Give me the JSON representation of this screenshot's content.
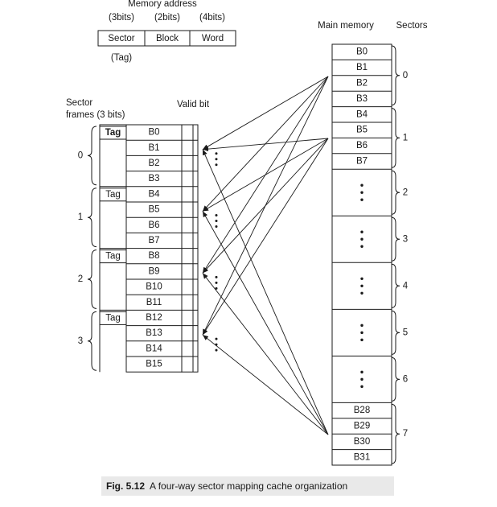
{
  "address": {
    "title": "Memory address",
    "bits": [
      "(3bits)",
      "(2bits)",
      "(4bits)"
    ],
    "fields": [
      "Sector",
      "Block",
      "Word"
    ],
    "tag_note": "(Tag)"
  },
  "cache": {
    "heading_line1": "Sector",
    "heading_line2": "frames (3 bits)",
    "valid_bit_label": "Valid bit",
    "tag_label": "Tag",
    "frame_numbers": [
      "0",
      "1",
      "2",
      "3"
    ],
    "blocks": [
      "B0",
      "B1",
      "B2",
      "B3",
      "B4",
      "B5",
      "B6",
      "B7",
      "B8",
      "B9",
      "B10",
      "B11",
      "B12",
      "B13",
      "B14",
      "B15"
    ]
  },
  "main_memory": {
    "heading": "Main memory",
    "sectors_heading": "Sectors",
    "top_blocks": [
      "B0",
      "B1",
      "B2",
      "B3",
      "B4",
      "B5",
      "B6",
      "B7"
    ],
    "bottom_blocks": [
      "B28",
      "B29",
      "B30",
      "B31"
    ],
    "sector_numbers": [
      "0",
      "1",
      "2",
      "3",
      "4",
      "5",
      "6",
      "7"
    ]
  },
  "caption": {
    "label": "Fig. 5.12",
    "text": "A four-way sector mapping cache organization"
  }
}
